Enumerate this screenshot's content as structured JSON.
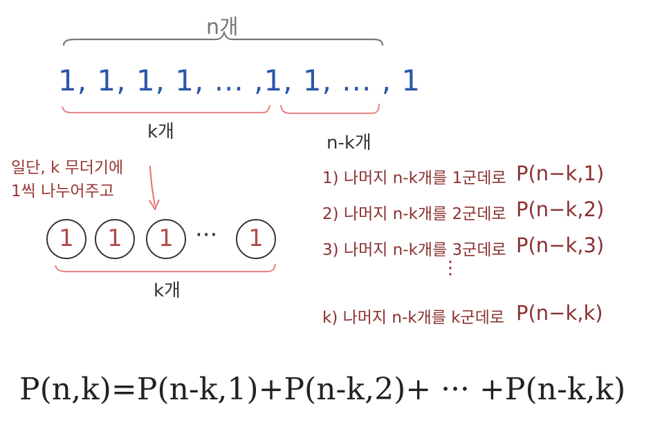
{
  "labels": {
    "n_count": "n개",
    "k_count_top": "k개",
    "nk_count": "n-k개",
    "k_count_bottom": "k개"
  },
  "sequence": "1, 1, 1, 1, ... ,1, 1, ... , 1",
  "note": "일단, k 무더기에\n1씩 나누어주고",
  "piles": [
    "1",
    "1",
    "1",
    "1"
  ],
  "ellipsis": "···",
  "cases": [
    {
      "text": "1) 나머지 n-k개를 1군데로",
      "formula": "P(n−k,1)"
    },
    {
      "text": "2) 나머지 n-k개를 2군데로",
      "formula": "P(n−k,2)"
    },
    {
      "text": "3) 나머지 n-k개를 3군데로",
      "formula": "P(n−k,3)"
    },
    {
      "text": "k) 나머지 n-k개를 k군데로",
      "formula": "P(n−k,k)"
    }
  ],
  "vertical_ellipsis": "⋮",
  "formula": "P(n,k)=P(n-k,1)+P(n-k,2)+ ··· +P(n-k,k)",
  "colors": {
    "blue": "#2a56a6",
    "red": "#9a3434",
    "underline": "#e48a8a",
    "gray_brace": "#777777"
  }
}
